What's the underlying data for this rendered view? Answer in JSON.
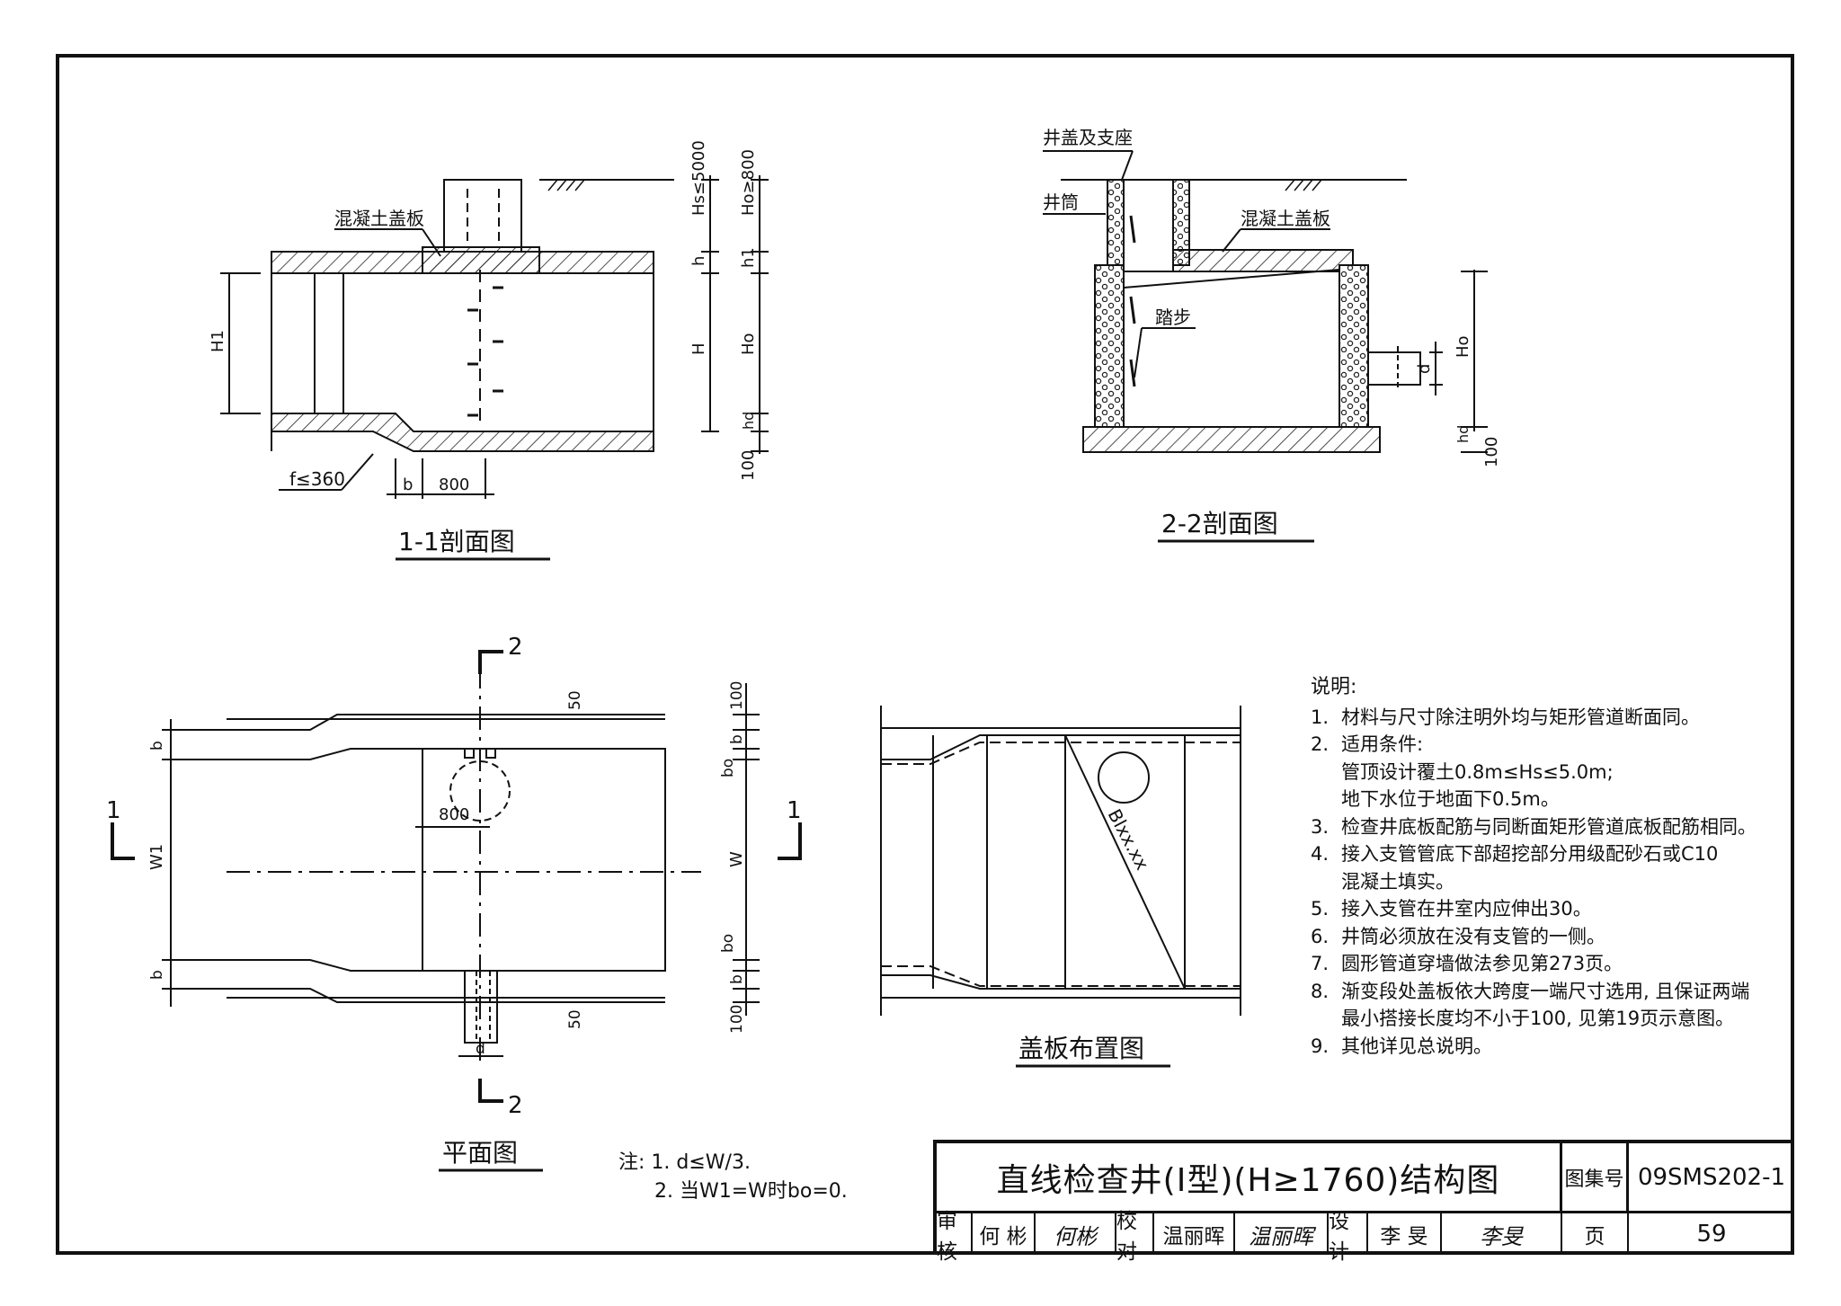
{
  "views": {
    "section_1_1": {
      "title": "1-1剖面图",
      "cover_label": "混凝土盖板",
      "dims": {
        "Hs": "Hs≤5000",
        "Ho": "Ho≥800",
        "h": "h",
        "h1": "h1",
        "H": "H",
        "Ho_v": "Ho",
        "hd": "hd",
        "d100": "100",
        "H1": "H1",
        "f": "f≤360",
        "b": "b",
        "w800": "800"
      }
    },
    "section_2_2": {
      "title": "2-2剖面图",
      "labels": {
        "cover_seat": "井盖及支座",
        "shaft": "井筒",
        "slab": "混凝土盖板",
        "steps": "踏步"
      },
      "dims": {
        "Ho": "Ho",
        "d": "d",
        "hd": "hd",
        "d100": "100"
      }
    },
    "plan": {
      "title": "平面图",
      "section_marks": {
        "top": "2",
        "bottom": "2",
        "left": "1",
        "right": "1"
      },
      "dims": {
        "d100a": "100",
        "d50a": "50",
        "b": "b",
        "bo": "bo",
        "W1": "W1",
        "W": "W",
        "w800": "800",
        "d": "d",
        "d50b": "50",
        "d100b": "100"
      }
    },
    "cover_layout": {
      "title": "盖板布置图",
      "slab_label": "Blxx.xx"
    }
  },
  "notes": {
    "title": "说明:",
    "items": [
      {
        "num": "1.",
        "text": "材料与尺寸除注明外均与矩形管道断面同。"
      },
      {
        "num": "2.",
        "text": "适用条件:",
        "sub": [
          "管顶设计覆土0.8m≤Hs≤5.0m;",
          "地下水位于地面下0.5m。"
        ]
      },
      {
        "num": "3.",
        "text": "检查井底板配筋与同断面矩形管道底板配筋相同。"
      },
      {
        "num": "4.",
        "text": "接入支管管底下部超挖部分用级配砂石或C10",
        "sub": [
          "混凝土填实。"
        ]
      },
      {
        "num": "5.",
        "text": "接入支管在井室内应伸出30。"
      },
      {
        "num": "6.",
        "text": "井筒必须放在没有支管的一侧。"
      },
      {
        "num": "7.",
        "text": "圆形管道穿墙做法参见第273页。"
      },
      {
        "num": "8.",
        "text": "渐变段处盖板依大跨度一端尺寸选用, 且保证两端",
        "sub": [
          "最小搭接长度均不小于100, 见第19页示意图。"
        ]
      },
      {
        "num": "9.",
        "text": "其他详见总说明。"
      }
    ]
  },
  "footnotes": {
    "label": "注:",
    "items": [
      "1. d≤W/3.",
      "2. 当W1=W时bo=0."
    ]
  },
  "title_block": {
    "title": "直线检查井(I型)(H≥1760)结构图",
    "set_label": "图集号",
    "set_number": "09SMS202-1",
    "review_label": "审核",
    "reviewer": "何 彬",
    "reviewer_sign": "何彬",
    "check_label": "校对",
    "checker": "温丽晖",
    "checker_sign": "温丽晖",
    "design_label": "设计",
    "designer": "李 旻",
    "designer_sign": "李旻",
    "page_label": "页",
    "page_number": "59"
  }
}
